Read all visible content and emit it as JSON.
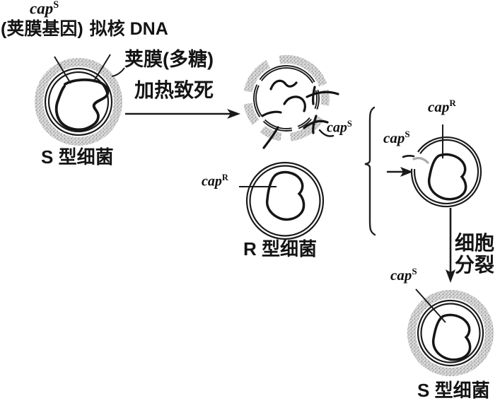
{
  "colors": {
    "ink": "#1a1a1a",
    "capsule_gray": "#b5b5b5",
    "fragment_gray": "#a9a9a9",
    "background": "#ffffff"
  },
  "labels": {
    "gene_base": "cap",
    "sup_s": "S",
    "sup_r": "R",
    "capsule_gene": "(荚膜基因)",
    "nucleoid_dna": "拟核 DNA",
    "capsule_poly": "荚膜(多糖)",
    "heat_kill": "加热致死",
    "s_type_bacteria_left": "S 型细菌",
    "r_type_bacteria": "R 型细菌",
    "s_type_bacteria_final": "S 型细菌",
    "cell_division_line1": "细胞",
    "cell_division_line2": "分裂"
  }
}
